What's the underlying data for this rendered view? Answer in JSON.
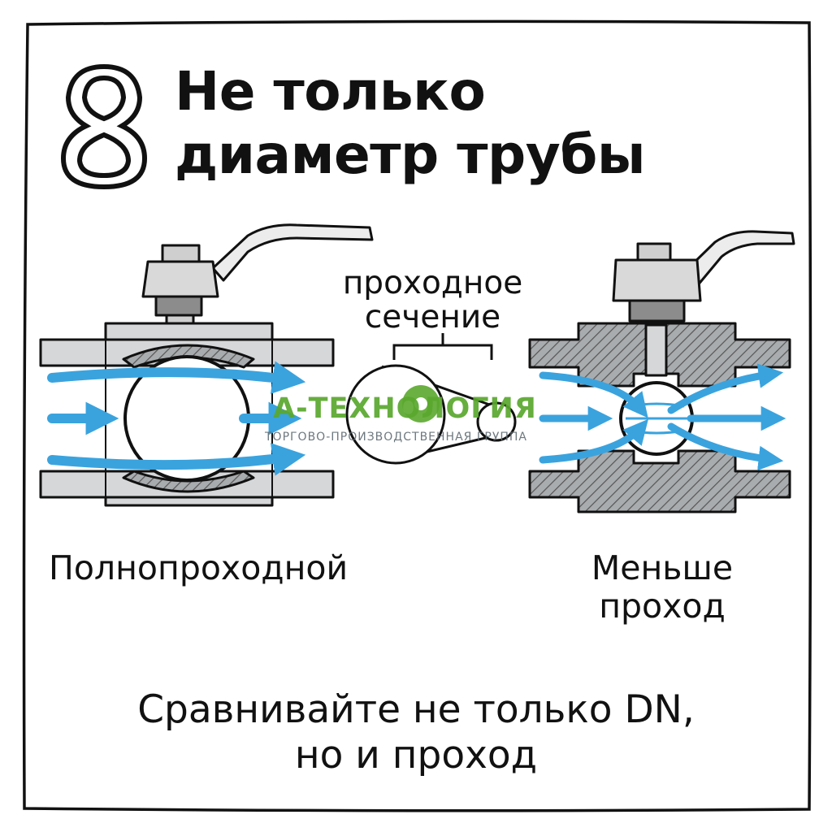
{
  "badge": {
    "number": "8"
  },
  "title": {
    "line1": "Не только",
    "line2": "диаметр трубы"
  },
  "section_label": {
    "line1": "проходное",
    "line2": "сечение"
  },
  "left_valve": {
    "caption": "Полнопроходной"
  },
  "right_valve": {
    "caption_line1": "Меньше",
    "caption_line2": "проход"
  },
  "footer": {
    "line1": "Сравнивайте не только DN,",
    "line2": "но и проход"
  },
  "watermark": {
    "brand": "А-ТЕХНОЛОГИЯ",
    "subtitle": "ТОРГОВО-ПРОИЗВОДСТВЕННАЯ ГРУППА"
  },
  "colors": {
    "flow": "#3aa3de",
    "body": "#d7d9db",
    "outline": "#111111",
    "brand": "#5aa82e"
  }
}
